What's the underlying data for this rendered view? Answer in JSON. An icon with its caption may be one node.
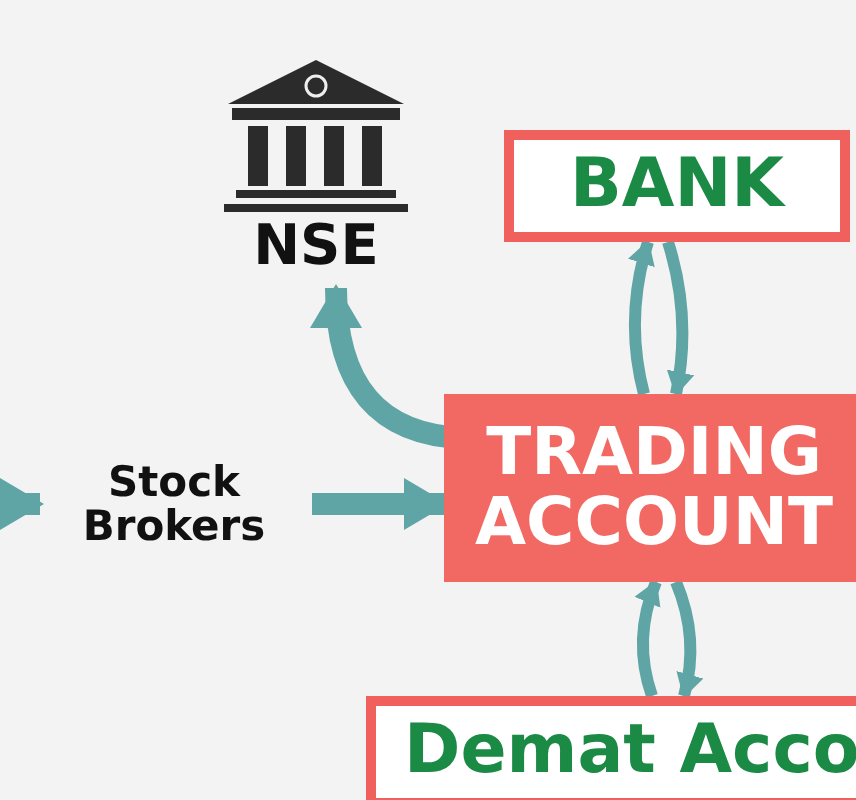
{
  "diagram": {
    "nodes": [
      {
        "text": [
          "NSE"
        ]
      },
      {
        "text": [
          "BANK"
        ]
      },
      {
        "text": [
          "Stock Brokers"
        ]
      },
      {
        "text": [
          "TRADING ACCOUNT"
        ]
      },
      {
        "text": [
          "Demat Acco"
        ]
      }
    ],
    "edges": [
      {
        "from": null,
        "to": 2,
        "arrow": "to",
        "style": "thick"
      },
      {
        "from": 2,
        "to": 3,
        "arrow": "to",
        "style": "thick"
      },
      {
        "from": 3,
        "to": 0,
        "arrow": "to",
        "style": "thick"
      },
      {
        "from": 3,
        "to": 1,
        "arrow": "to"
      },
      {
        "from": 1,
        "to": 3,
        "arrow": "to"
      },
      {
        "from": 4,
        "to": 3,
        "arrow": "to"
      },
      {
        "from": 3,
        "to": 4,
        "arrow": "to"
      }
    ]
  }
}
